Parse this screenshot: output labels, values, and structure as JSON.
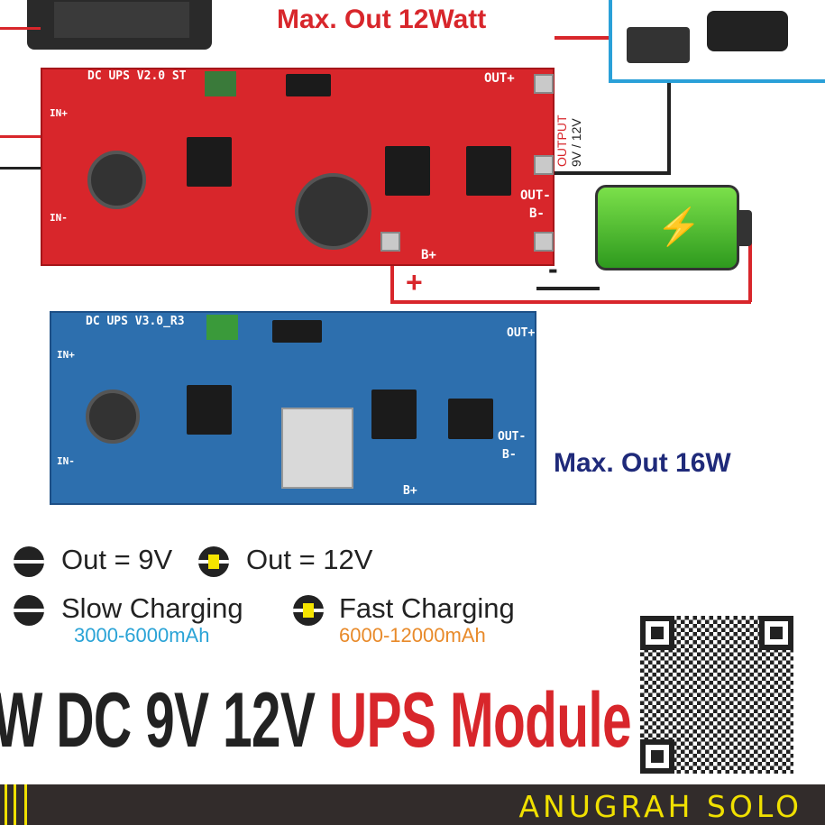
{
  "top_heading": "Max. Out 12Watt",
  "red_board": {
    "model": "DC UPS V2.0 ST",
    "in_plus": "IN+",
    "in_minus": "IN-",
    "out_plus": "OUT+",
    "out_minus": "OUT-",
    "b_minus": "B-",
    "b_plus": "B+",
    "output_label": "OUTPUT",
    "output_voltage": "9V / 12V",
    "polarity_plus": "+",
    "polarity_minus": "-"
  },
  "blue_board": {
    "model": "DC UPS V3.0_R3",
    "in_plus": "IN+",
    "in_minus": "IN-",
    "out_plus": "OUT+",
    "out_minus": "OUT-",
    "b_minus": "B-",
    "b_plus": "B+"
  },
  "side_heading": "Max. Out 16W",
  "legend": {
    "out_9v": "Out = 9V",
    "out_12v": "Out = 12V",
    "slow": "Slow Charging",
    "slow_range": "3000-6000mAh",
    "fast": "Fast Charging",
    "fast_range": "6000-12000mAh"
  },
  "title": {
    "part1": "W DC 9V 12V",
    "part2": "UPS Module"
  },
  "brand": "ANUGRAH SOLO",
  "colors": {
    "red": "#d8262b",
    "blue_board": "#2d6fae",
    "navy": "#1f2a7a",
    "slow": "#2aa3d6",
    "fast": "#e88a2a",
    "brand_yellow": "#f0e000",
    "bar": "#322c2b"
  }
}
